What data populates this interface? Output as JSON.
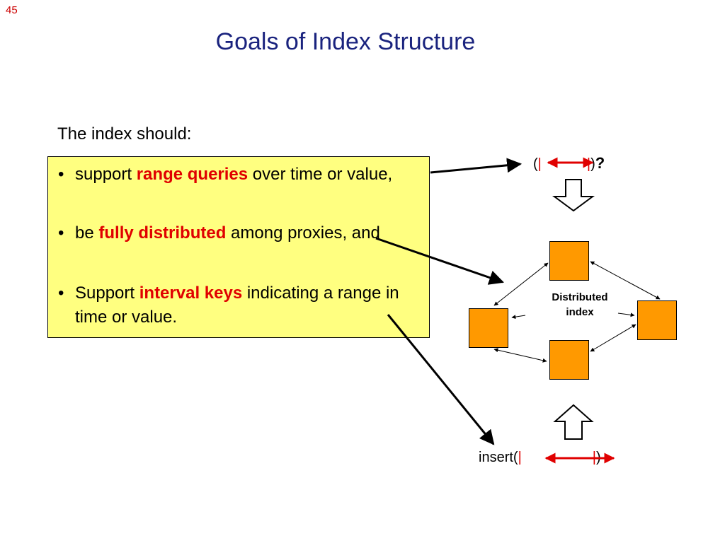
{
  "slide": {
    "number": "45",
    "title": "Goals of Index Structure"
  },
  "intro": "The index should:",
  "goals": [
    {
      "bullet": "•",
      "before": "support ",
      "highlight": "range queries",
      "after": " over time or value,"
    },
    {
      "bullet": "•",
      "before": "be ",
      "highlight": "fully distributed",
      "after": " among proxies, and"
    },
    {
      "bullet": "•",
      "before": "Support ",
      "highlight": "interval keys",
      "after": " indicating a range in time or value."
    }
  ],
  "diagram": {
    "center_label_line1": "Distributed",
    "center_label_line2": "index",
    "query": {
      "open": "(",
      "bar_left": "|",
      "bar_right": "|",
      "close": ")",
      "question": "?"
    },
    "insert": {
      "prefix": "insert(",
      "bar_left": "|",
      "bar_right": "|",
      "close": ")"
    }
  },
  "colors": {
    "title": "#1a237e",
    "slide_number": "#cc0000",
    "highlight": "#e00000",
    "box_fill": "#ffff80",
    "node_fill": "#ff9900",
    "interval_arrow": "#e00000"
  }
}
